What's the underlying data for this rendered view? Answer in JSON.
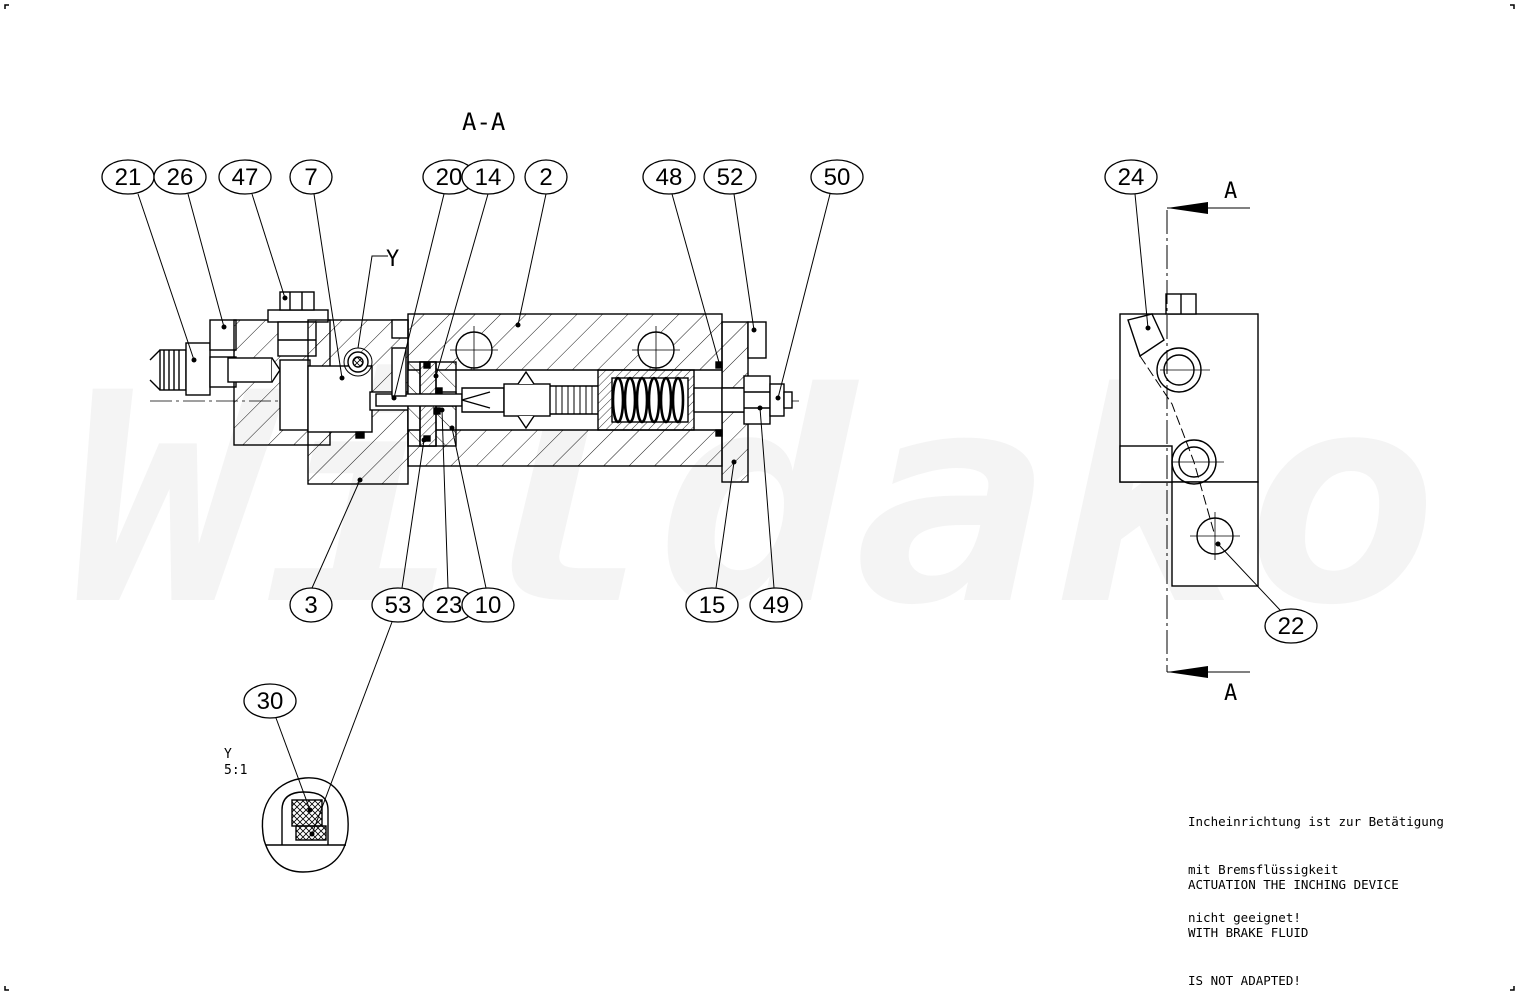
{
  "section_title": "A-A",
  "section_marker": "A",
  "detail": {
    "label": "Y",
    "scale": "5:1"
  },
  "watermark": "Wildako",
  "callouts": {
    "c21": "21",
    "c26": "26",
    "c47": "47",
    "c7": "7",
    "c20": "20",
    "c14": "14",
    "c2": "2",
    "c48": "48",
    "c52": "52",
    "c50": "50",
    "c24": "24",
    "c3": "3",
    "c53": "53",
    "c23": "23",
    "c10": "10",
    "c15": "15",
    "c49": "49",
    "c22": "22",
    "c30": "30"
  },
  "notes": {
    "de": [
      "Incheinrichtung ist zur Betätigung",
      "mit Bremsflüssigkeit",
      "nicht geeignet!"
    ],
    "en": [
      "ACTUATION THE INCHING DEVICE",
      "WITH BRAKE FLUID",
      "IS NOT ADAPTED!"
    ]
  }
}
